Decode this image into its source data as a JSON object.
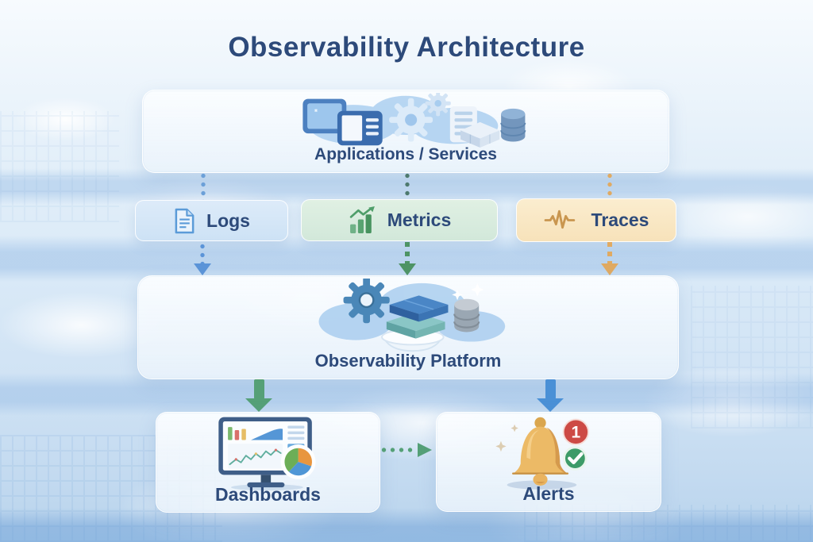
{
  "title": "Observability Architecture",
  "nodes": {
    "applications": {
      "label": "Applications / Services"
    },
    "logs": {
      "label": "Logs"
    },
    "metrics": {
      "label": "Metrics"
    },
    "traces": {
      "label": "Traces"
    },
    "platform": {
      "label": "Observability Platform"
    },
    "dashboards": {
      "label": "Dashboards"
    },
    "alerts": {
      "label": "Alerts",
      "badge_count": "1"
    }
  },
  "edges": [
    {
      "from": "applications",
      "to": "logs",
      "style": "dotted-line",
      "color": "blue"
    },
    {
      "from": "applications",
      "to": "metrics",
      "style": "dotted-line",
      "color": "teal"
    },
    {
      "from": "applications",
      "to": "traces",
      "style": "dotted-line",
      "color": "amber"
    },
    {
      "from": "logs",
      "to": "platform",
      "style": "dotted-arrow",
      "color": "blue"
    },
    {
      "from": "metrics",
      "to": "platform",
      "style": "dashed-arrow",
      "color": "green"
    },
    {
      "from": "traces",
      "to": "platform",
      "style": "dashed-arrow",
      "color": "amber"
    },
    {
      "from": "platform",
      "to": "dashboards",
      "style": "solid-arrow",
      "color": "green"
    },
    {
      "from": "platform",
      "to": "alerts",
      "style": "solid-arrow",
      "color": "blue"
    },
    {
      "from": "dashboards",
      "to": "alerts",
      "style": "dotted-arrow",
      "color": "green"
    }
  ],
  "icons": {
    "applications": [
      "cloud-icon",
      "monitor-icon",
      "tablet-icon",
      "gear-icon",
      "server-icon",
      "package-icon",
      "database-icon"
    ],
    "logs": "log-document-icon",
    "metrics": "bar-chart-trend-icon",
    "traces": "waveform-icon",
    "platform": [
      "gear-icon",
      "layer-stack-icon",
      "database-icon",
      "funnel-bowl-icon",
      "sparkle-icon"
    ],
    "dashboards": "dashboard-monitor-icon",
    "alerts": [
      "notification-bell-icon",
      "alert-count-badge",
      "check-circle-icon"
    ]
  },
  "colors": {
    "navy": "#2d4a7a",
    "logs_accent": "#5b9bd8",
    "metrics_accent": "#4f9e6a",
    "traces_accent": "#c9964f",
    "arrow_blue": "#4a90d6",
    "arrow_green": "#55a077",
    "arrow_amber": "#e0aa62",
    "teal_connector": "#4e7a6e",
    "badge_red": "#cd4a45",
    "check_green": "#3d9b68",
    "chip_logs_bg": "#d6e7f7",
    "chip_metrics_bg": "#d9ecdc",
    "chip_traces_bg": "#f9e7c4",
    "panel_bg": "#f7fafd"
  }
}
